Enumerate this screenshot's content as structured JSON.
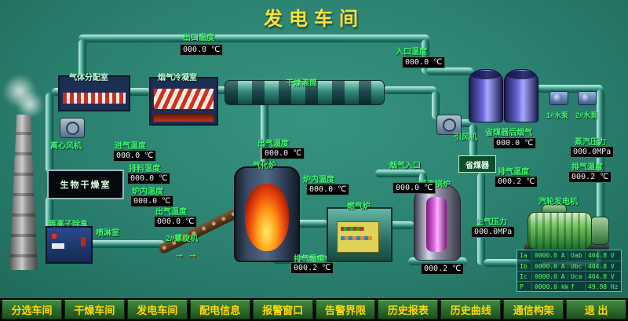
{
  "title": "发电车间",
  "nav": {
    "items": [
      "分选车间",
      "干燥车间",
      "发电车间",
      "配电信息",
      "报警窗口",
      "告警界限",
      "历史报表",
      "历史曲线",
      "通信构架",
      "退 出"
    ]
  },
  "equipment": {
    "gas_distribution": "气体分配室",
    "flue_condenser": "烟气冷凝室",
    "drying_drum": "干燥滚筒",
    "centrifugal_fan": "离心风机",
    "bio_drying_room": "生物干燥室",
    "plasma_deodor": "等离子除臭",
    "spray_room": "喷淋室",
    "gasifier": "气化炉",
    "screw_conveyor": "2#螺旋机",
    "gas_furnace": "燃气炉",
    "steam_boiler": "蒸汽锅炉",
    "economizer": "省煤器",
    "induced_draft_fan": "引风机",
    "turbine_generator": "汽轮发电机",
    "pump1": "1#水泵",
    "pump2": "2#水泵"
  },
  "readings": [
    {
      "label": "出口温度",
      "value": "000.0 ℃"
    },
    {
      "label": "入口温度",
      "value": "000.0 ℃"
    },
    {
      "label": "进气温度",
      "value": "000.0 ℃"
    },
    {
      "label": "排料温度",
      "value": "000.0 ℃"
    },
    {
      "label": "炉内温度",
      "value": "000.0 ℃"
    },
    {
      "label": "出气温度",
      "value": "000.0 ℃"
    },
    {
      "label": "出气温度",
      "value": "000.0 ℃"
    },
    {
      "label": "炉内温度",
      "value": "000.0 ℃"
    },
    {
      "label": "烟气入口",
      "value": "000.0 ℃"
    },
    {
      "label": "省煤器后烟气",
      "value": "000.0 ℃"
    },
    {
      "label": "排气温度",
      "value": "000.2 ℃"
    },
    {
      "label": "主气压力",
      "value": "000.0MPa"
    },
    {
      "label": "蒸汽压力",
      "value": "000.0MPa"
    },
    {
      "label": "排气温度",
      "value": "000.2 ℃"
    },
    {
      "label": "排气温度",
      "value": "000.2 ℃"
    },
    {
      "label": "",
      "value": "000.2 ℃"
    }
  ],
  "generator_panel": {
    "rows": [
      [
        "Ia",
        "0000.0 A",
        "Uab",
        "404.8 V"
      ],
      [
        "Ib",
        "0000.0 A",
        "Ubc",
        "404.8 V"
      ],
      [
        "Ic",
        "0000.0 A",
        "Uca",
        "404.8 V"
      ],
      [
        "P",
        "0000.0 kW",
        "f",
        "49.98 Hz"
      ]
    ]
  },
  "misc": {
    "arrows": "→ →"
  }
}
